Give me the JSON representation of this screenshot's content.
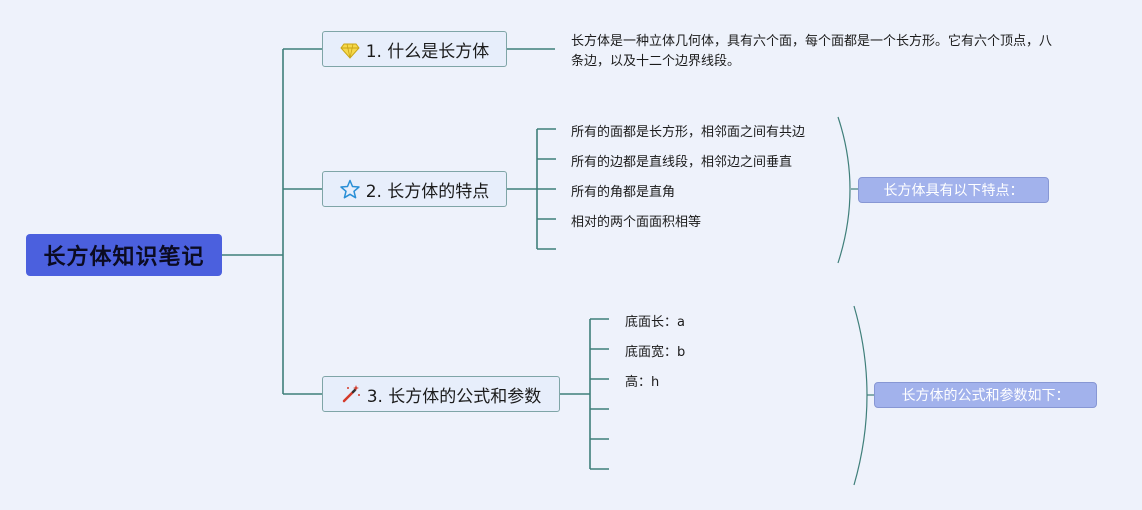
{
  "root": {
    "label": "长方体知识笔记"
  },
  "topics": [
    {
      "label": "1. 什么是长方体",
      "icon": "gem-icon"
    },
    {
      "label": "2. 长方体的特点",
      "icon": "star-icon"
    },
    {
      "label": "3. 长方体的公式和参数",
      "icon": "magic-wand-icon"
    }
  ],
  "definition": {
    "text": "长方体是一种立体几何体，具有六个面，每个面都是一个长方形。它有六个顶点，八条边，以及十二个边界线段。"
  },
  "features": {
    "items": [
      "所有的面都是长方形，相邻面之间有共边",
      "所有的边都是直线段，相邻边之间垂直",
      "所有的角都是直角",
      "相对的两个面面积相等",
      ""
    ],
    "summary": "长方体具有以下特点："
  },
  "formulas": {
    "items": [
      "底面长：a",
      "底面宽：b",
      "高：h",
      "",
      "",
      ""
    ],
    "summary": "长方体的公式和参数如下："
  },
  "colors": {
    "connector": "#3f7f7a",
    "root_fill": "#4b60de",
    "topic_fill": "#e7eefb",
    "topic_border": "#7fa5a7",
    "summary_fill": "#a2b2ec"
  }
}
